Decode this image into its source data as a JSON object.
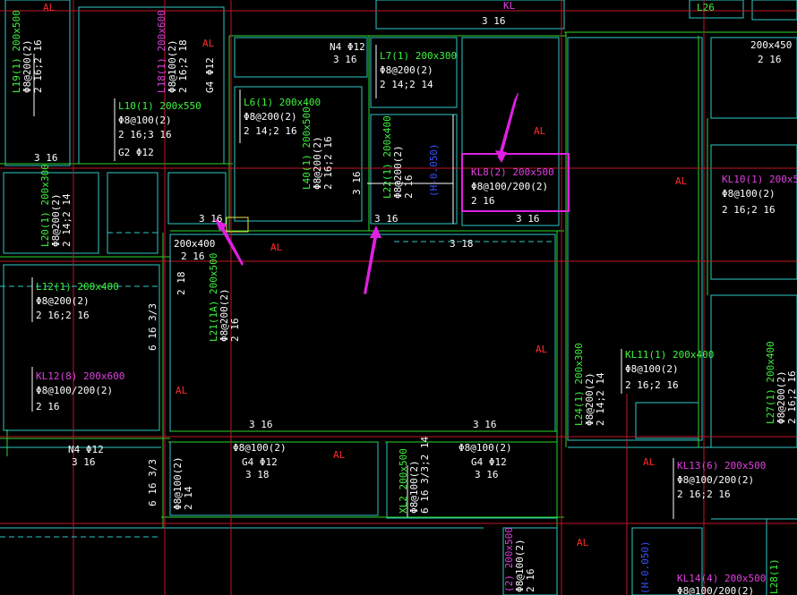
{
  "colors": {
    "background": "#000000",
    "beam_label_green": "#3df53d",
    "beam_label_magenta": "#e040e0",
    "axis_red": "#ff2a2a",
    "grid_cyan": "#2ec8c8",
    "highlight_box": "#e020e0",
    "note_blue": "#3a52ff"
  },
  "labels": {
    "al_top_left": "AL",
    "kl_top_frag": "KL",
    "l26_top_frag": "L26",
    "top_316": "3 16",
    "top_right_size": "200x450",
    "top_right_bars": "2 16",
    "al_1": "AL",
    "l19_name": "L19(1) 200x500",
    "l19_stirrup": "Φ8@200(2)",
    "l19_bars": "2 16;2 16",
    "l18_name": "L18(1) 200x600",
    "l18_stirrup": "Φ8@100(2)",
    "l18_bars": "2 16;2 18",
    "l18_g4": "G4 Φ12",
    "n4_top": "N4 Φ12",
    "n4_top_bars": "3 16",
    "l7_name": "L7(1) 200x300",
    "l7_stirrup": "Φ8@200(2)",
    "l7_bars": "2 14;2 14",
    "l10_name": "L10(1) 200x550",
    "l10_stirrup": "Φ8@100(2)",
    "l10_bars": "2 16;3 16",
    "l10_g2": "G2 Φ12",
    "l6_name": "L6(1) 200x400",
    "l6_stirrup": "Φ8@200(2)",
    "l6_bars": "2 14;2 16",
    "l40_name": "L40(1) 200x500",
    "l40_stirrup": "Φ8@200(2)",
    "l40_bars": "2 16;2 16",
    "l40_bot": "3 16",
    "l22_name": "L22(1) 200x400",
    "l22_stirrup": "Φ8@200(2)",
    "l22_bars": "2 16",
    "l22_note": "(H-0.050)",
    "al_mid": "AL",
    "kl8_name": "KL8(2) 200x500",
    "kl8_stirrup": "Φ8@100/200(2)",
    "kl8_bars": "2 16",
    "kl8_bot": "3 16",
    "al_right": "AL",
    "kl10_name": "KL10(1) 200x500",
    "kl10_stirrup": "Φ8@100(2)",
    "kl10_bars": "2 16;2 16",
    "left_316": "3 16",
    "l20_name": "L20(1) 200x300",
    "l20_stirrup": "Φ8@200(2)",
    "l20_bars": "2 14;2 14",
    "mid_316_a": "3 16",
    "mid_316_b": "3 16",
    "mid_318": "3 18",
    "al_center": "AL",
    "size_200x400": "200x400",
    "size_bars": "2 16",
    "l21_218": "2 18",
    "l12_name": "L12(1) 200x400",
    "l12_stirrup": "Φ8@200(2)",
    "l12_bars": "2 16;2 16",
    "l21_name": "L21(1A) 200x500",
    "l21_stirrup": "Φ8@200(2)",
    "l21_bars": "2 16",
    "vert_6_16": "6 16 3/3",
    "al_low_right": "AL",
    "kl11_name": "KL11(1) 200x400",
    "kl11_stirrup": "Φ8@100(2)",
    "kl11_bars": "2 16;2 16",
    "kl12_name": "KL12(8) 200x600",
    "kl12_stirrup": "Φ8@100/200(2)",
    "kl12_bars": "2 16",
    "al_left_low": "AL",
    "l24_name": "L24(1) 200x300",
    "l24_stirrup": "Φ8@200(2)",
    "l24_bars": "2 14;2 14",
    "l27_name": "L27(1) 200x400",
    "l27_stirrup": "Φ8@200(2)",
    "l27_bars": "2 16;2 16",
    "bot_316_a": "3 16",
    "bot_316_b": "3 16",
    "n4_bot": "N4 Φ12",
    "n4_bot_bars": "3 16",
    "vert_6_16_b": "6 16 3/3",
    "bot_stirrup_a": "Φ8@100(2)",
    "bot_g4_a": "G4 Φ12",
    "bot_318": "3 18",
    "bot_v_stirrup": "Φ8@100(2)",
    "bot_v_bars": "2 14",
    "al_bot": "AL",
    "xl2_name": "XL2 200x500",
    "xl2_stirrup": "Φ8@100(2)",
    "xl2_bars": "6 16 3/3;2 14",
    "bot_stirrup_b": "Φ8@100(2)",
    "bot_g4_b": "G4 Φ12",
    "bot_316_c": "3 16",
    "al_bot_right": "AL",
    "kl13_name": "KL13(6) 200x500",
    "kl13_stirrup": "Φ8@100/200(2)",
    "kl13_bars": "2 16;2 16",
    "al_bottom": "AL",
    "bot_200x500": "(2) 200x500",
    "bot_frag_stirrup": "Φ8@100(2)",
    "bot_frag_bars": "2 16",
    "bot_blue_note": "(H-0.050)",
    "kl14_name": "KL14(4) 200x500",
    "kl14_stirrup": "Φ8@100/200(2)",
    "l28_name": "L28(1)"
  }
}
